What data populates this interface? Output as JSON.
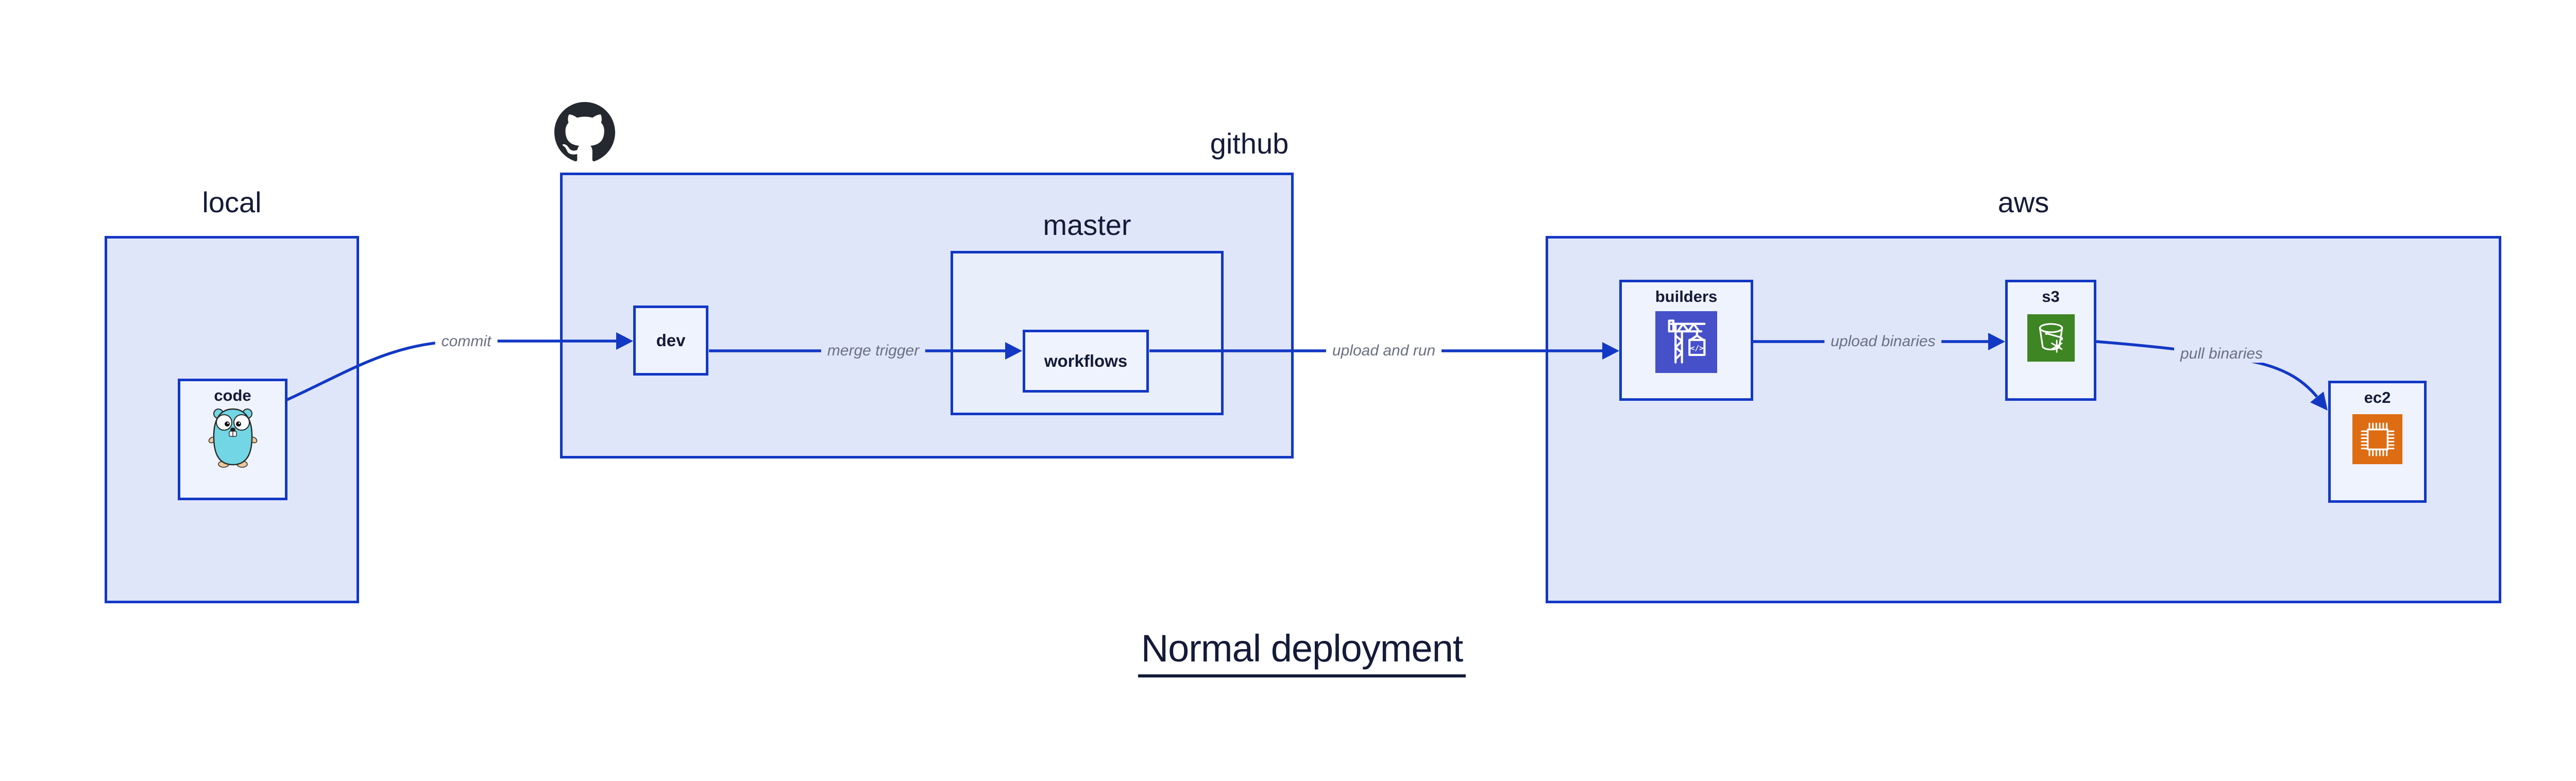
{
  "title": "Normal deployment",
  "regions": {
    "local": {
      "label": "local"
    },
    "github": {
      "label": "github",
      "icon": "github-octocat-icon"
    },
    "master": {
      "label": "master"
    },
    "aws": {
      "label": "aws"
    }
  },
  "nodes": {
    "code": {
      "label": "code",
      "icon": "go-gopher-icon"
    },
    "dev": {
      "label": "dev"
    },
    "workflows": {
      "label": "workflows"
    },
    "builders": {
      "label": "builders",
      "icon": "codebuild-crane-icon",
      "icon_text": "</>"
    },
    "s3": {
      "label": "s3",
      "icon": "s3-glacier-bucket-icon"
    },
    "ec2": {
      "label": "ec2",
      "icon": "ec2-chip-icon"
    }
  },
  "edges": {
    "commit": {
      "label": "commit",
      "from": "code",
      "to": "dev"
    },
    "merge_trigger": {
      "label": "merge trigger",
      "from": "dev",
      "to": "workflows"
    },
    "upload_and_run": {
      "label": "upload and run",
      "from": "workflows",
      "to": "builders"
    },
    "upload_binaries": {
      "label": "upload binaries",
      "from": "builders",
      "to": "s3"
    },
    "pull_binaries": {
      "label": "pull binaries",
      "from": "s3",
      "to": "ec2"
    }
  },
  "colors": {
    "accent_blue": "#1238c4",
    "box_fill": "#dfe6fa",
    "master_fill": "#e9eefb",
    "node_fill": "#eff3fd",
    "text_navy": "#141b38",
    "edge_label_gray": "#6b7080",
    "codebuild_purple": "#4650c8",
    "s3_green": "#3e8524",
    "ec2_orange": "#dd6c12",
    "gopher_teal": "#72d6e4",
    "github_black": "#24292f"
  }
}
